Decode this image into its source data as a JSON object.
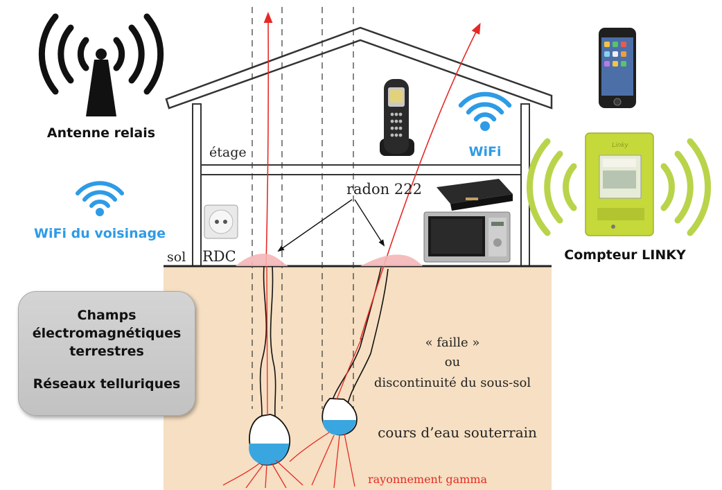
{
  "antenna": {
    "label": "Antenne relais"
  },
  "wifi_neighbor": {
    "label": "WiFi du voisinage"
  },
  "wifi_house": {
    "label": "WiFi"
  },
  "linky": {
    "label": "Compteur LINKY",
    "brand": "Linky"
  },
  "telluric_box": {
    "line1": "Champs",
    "line2": "électromagnétiques",
    "line3": "terrestres",
    "line4": "Réseaux telluriques"
  },
  "house": {
    "floor_label": "étage",
    "ground_floor_label": "RDC",
    "ground_label": "sol",
    "radon_label": "radon 222"
  },
  "underground": {
    "fault_line1": "« faille »",
    "fault_line2": "ou",
    "fault_line3": "discontinuité du sous-sol",
    "water_label": "cours d’eau souterrain",
    "gamma_label": "rayonnement gamma"
  },
  "colors": {
    "wifi_blue": "#2e9be6",
    "linky_green": "#c6d93a",
    "wave_green": "#b9d44a",
    "soil": "#f6dfc2",
    "gamma_red": "#e52a26",
    "water_blue": "#3aa6e0",
    "radon_pink": "#f4b6b6"
  },
  "icons": [
    "antenna-icon",
    "wifi-icon",
    "cordless-phone-icon",
    "smartphone-icon",
    "linky-meter-icon",
    "wall-socket-icon",
    "tv-box-icon",
    "microwave-icon"
  ]
}
